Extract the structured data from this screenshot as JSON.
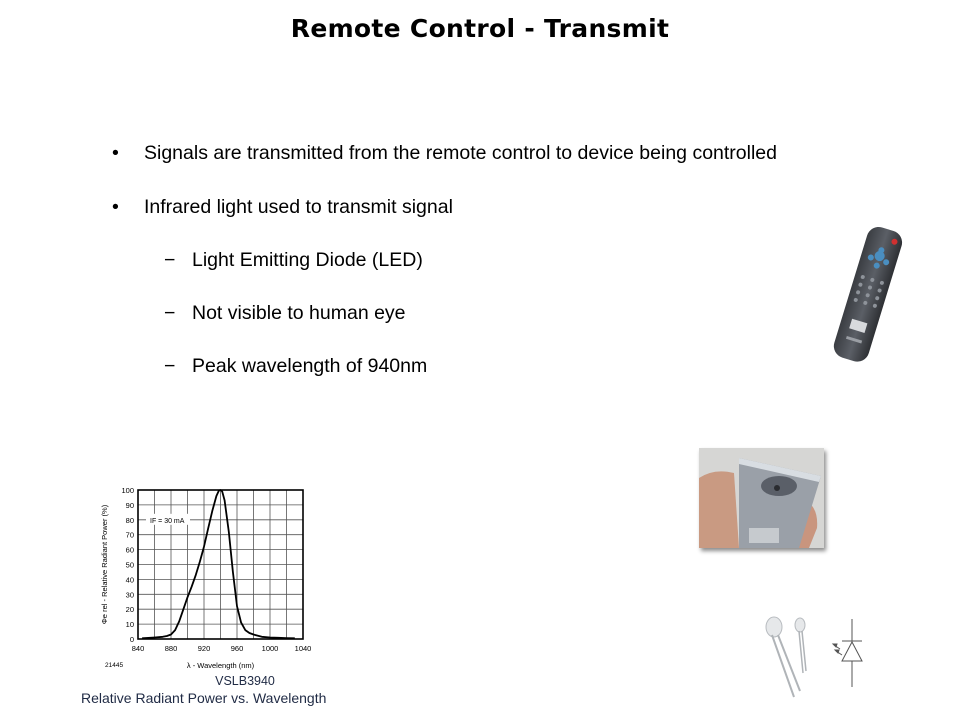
{
  "slide": {
    "title": "Remote Control - Transmit",
    "bullets": [
      {
        "marker": "•",
        "text": "Signals are transmitted from the remote control to device being controlled",
        "level": 1
      },
      {
        "marker": "•",
        "text": "Infrared light used to transmit signal",
        "level": 1
      },
      {
        "marker": "−",
        "text": "Light Emitting Diode (LED)",
        "level": 2
      },
      {
        "marker": "−",
        "text": "Not visible to human eye",
        "level": 2
      },
      {
        "marker": "−",
        "text": "Peak wavelength of 940nm",
        "level": 2
      }
    ],
    "images": {
      "remote": "remote-control-photo",
      "hand": "remote-ir-emitter-photo",
      "led": "led-components-and-symbol"
    }
  },
  "chart_caption": {
    "part_number": "VSLB3940",
    "title": "Relative Radiant Power vs. Wavelength"
  },
  "chart_data": {
    "type": "line",
    "title": "Relative Radiant Power vs. Wavelength",
    "subtitle": "VSLB3940",
    "xlabel": "λ - Wavelength (nm)",
    "ylabel": "Φe rel - Relative Radiant Power (%)",
    "annotation": "IF = 30 mA",
    "figure_id": "21445",
    "xlim": [
      840,
      1040
    ],
    "ylim": [
      0,
      100
    ],
    "xticks": [
      840,
      880,
      920,
      960,
      1000,
      1040
    ],
    "yticks": [
      0,
      10,
      20,
      30,
      40,
      50,
      60,
      70,
      80,
      90,
      100
    ],
    "grid": true,
    "series": [
      {
        "name": "IF = 30 mA",
        "x": [
          845,
          860,
          870,
          875,
          880,
          885,
          890,
          895,
          900,
          905,
          910,
          915,
          920,
          925,
          930,
          935,
          938,
          940,
          942,
          945,
          950,
          955,
          960,
          965,
          970,
          975,
          980,
          990,
          1000,
          1010,
          1020,
          1030
        ],
        "y": [
          0.5,
          1,
          1.5,
          2,
          3,
          6,
          12,
          20,
          28,
          35,
          43,
          52,
          62,
          74,
          86,
          96,
          99.5,
          100,
          99,
          93,
          72,
          45,
          22,
          11,
          6,
          4,
          3,
          1.5,
          1,
          0.8,
          0.6,
          0.5
        ]
      }
    ]
  }
}
